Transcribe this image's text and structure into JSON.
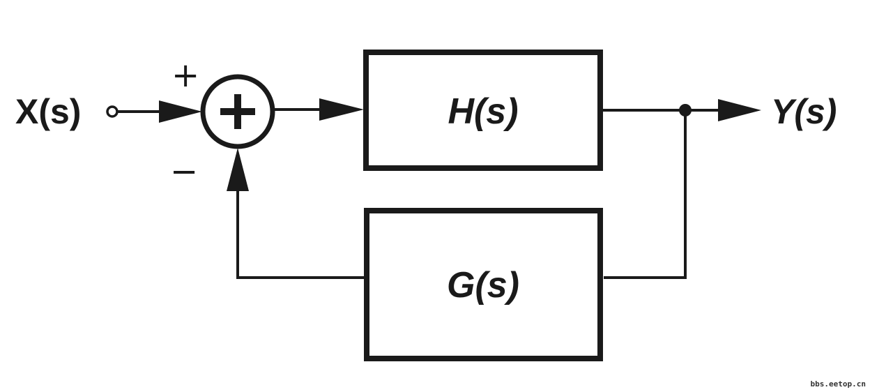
{
  "diagram": {
    "input": {
      "label": "X(s)"
    },
    "output": {
      "label": "Y(s)"
    },
    "forward_block": {
      "label": "H(s)"
    },
    "feedback_block": {
      "label": "G(s)"
    },
    "summing_junction": {
      "plus_sign": "+",
      "minus_sign": "−"
    }
  },
  "watermark": "bbs.eetop.cn",
  "colors": {
    "stroke": "#1a1a1a",
    "background": "#ffffff"
  }
}
